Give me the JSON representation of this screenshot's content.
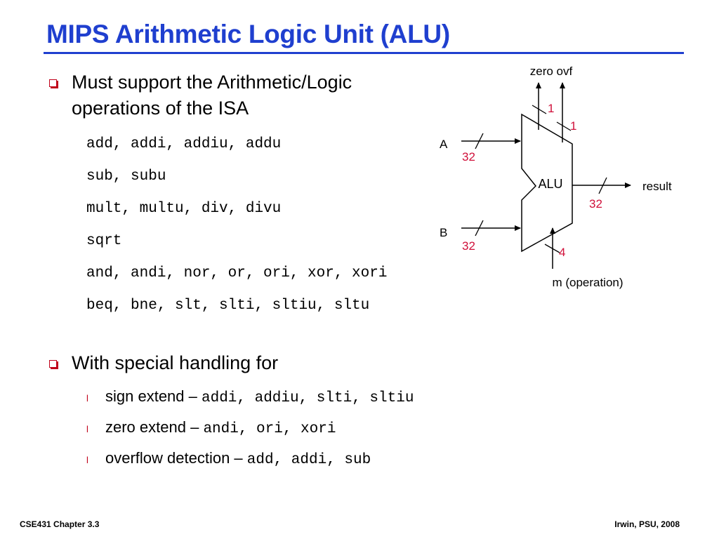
{
  "slide": {
    "title": "MIPS Arithmetic Logic Unit (ALU)"
  },
  "bullets": [
    {
      "line1": "Must support the Arithmetic/Logic",
      "line2": "operations of the ISA",
      "instruction_groups": [
        "add, addi, addiu, addu",
        "sub, subu",
        "mult, multu, div, divu",
        "sqrt",
        "and, andi, nor, or, ori, xor, xori",
        "beq, bne, slt, slti, sltiu, sltu"
      ]
    },
    {
      "text": "With special handling for",
      "items": [
        {
          "label": "sign extend – ",
          "instrs": "addi, addiu, slti, sltiu"
        },
        {
          "label": "zero extend – ",
          "instrs": "andi, ori, xori"
        },
        {
          "label": "overflow detection – ",
          "instrs": "add, addi, sub"
        }
      ]
    }
  ],
  "sub_bullet_glyph": "l",
  "diagram": {
    "alu_label": "ALU",
    "outputs_label": "zero ovf",
    "zero_width": "1",
    "ovf_width": "1",
    "input_a_label": "A",
    "input_a_width": "32",
    "input_b_label": "B",
    "input_b_width": "32",
    "result_label": "result",
    "result_width": "32",
    "op_label": "m (operation)",
    "op_width": "4",
    "width_color": "#d0103a"
  },
  "footer": {
    "left": "CSE431  Chapter 3.3",
    "right": "Irwin, PSU, 2008"
  },
  "colors": {
    "title": "#1f3fcf",
    "bullet": "#c0001a"
  }
}
